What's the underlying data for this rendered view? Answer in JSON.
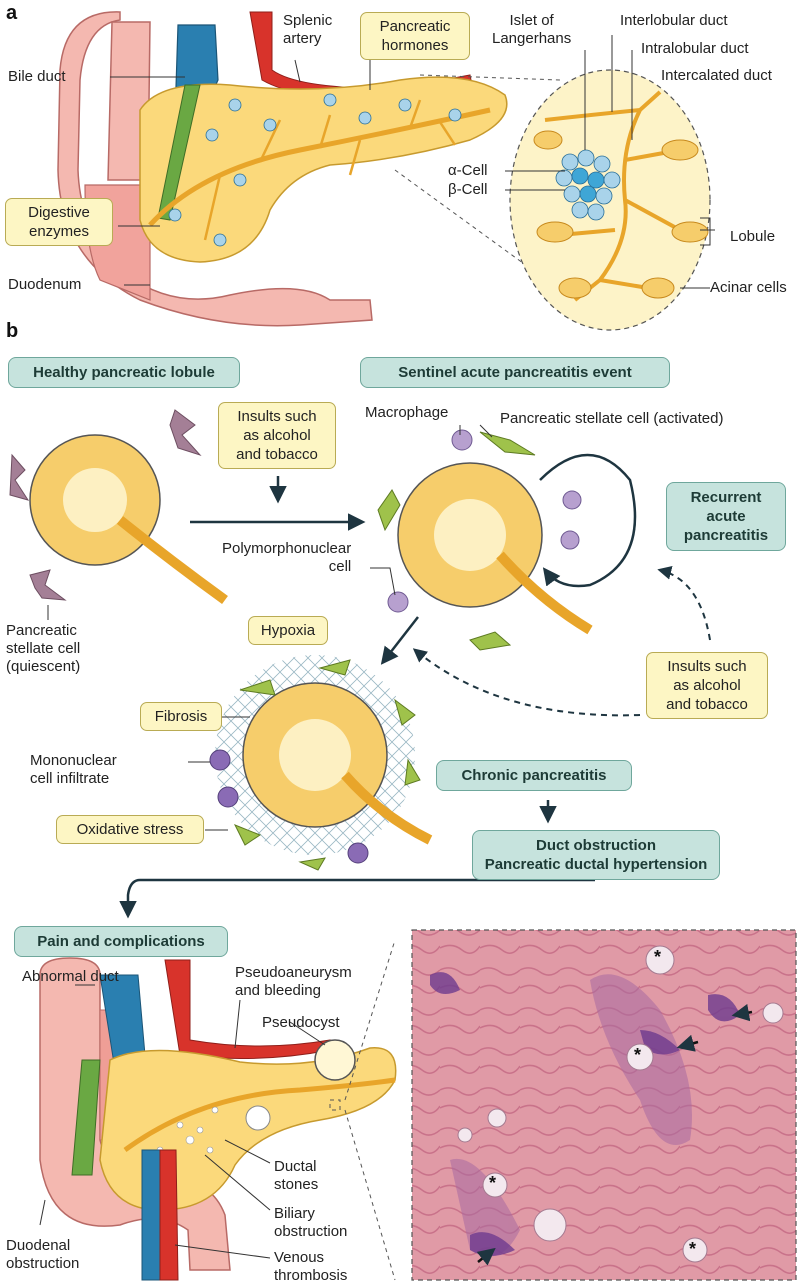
{
  "panels": {
    "a": "a",
    "b": "b"
  },
  "panel_a": {
    "bile_duct": "Bile duct",
    "splenic_artery": "Splenic\nartery",
    "pancreatic_hormones": "Pancreatic\nhormones",
    "digestive_enzymes": "Digestive\nenzymes",
    "duodenum": "Duodenum",
    "islet": "Islet of\nLangerhans",
    "interlobular": "Interlobular duct",
    "intralobular": "Intralobular duct",
    "intercalated": "Intercalated duct",
    "alpha": "α-Cell",
    "beta": "β-Cell",
    "lobule": "Lobule",
    "acinar": "Acinar cells"
  },
  "panel_b": {
    "healthy": "Healthy pancreatic lobule",
    "sentinel": "Sentinel acute pancreatitis event",
    "insults1": "Insults such\nas alcohol\nand tobacco",
    "macrophage": "Macrophage",
    "psc_activated": "Pancreatic stellate cell (activated)",
    "recurrent": "Recurrent\nacute\npancreatitis",
    "pmn": "Polymorphonuclear\ncell",
    "psc_quiescent": "Pancreatic\nstellate cell\n(quiescent)",
    "hypoxia": "Hypoxia",
    "insults2": "Insults such\nas alcohol\nand tobacco",
    "fibrosis": "Fibrosis",
    "mononuclear": "Mononuclear\ncell infiltrate",
    "oxidative": "Oxidative stress",
    "chronic": "Chronic pancreatitis",
    "duct_obstruction": "Duct obstruction\nPancreatic ductal hypertension",
    "pain": "Pain and complications",
    "abnormal_duct": "Abnormal duct",
    "pseudoaneurysm": "Pseudoaneurysm\nand bleeding",
    "pseudocyst": "Pseudocyst",
    "ductal_stones": "Ductal\nstones",
    "biliary": "Biliary\nobstruction",
    "venous": "Venous\nthrombosis",
    "duodenal": "Duodenal\nobstruction",
    "asterisk": "*"
  },
  "colors": {
    "pancreas": "#fbd97b",
    "duodenum": "#f4b8b0",
    "vein": "#2a7fb0",
    "artery": "#d8332b",
    "bile": "#6aa843",
    "duct": "#e8a52a",
    "teal": "#c6e3dd",
    "yellowbox": "#fdf6c4",
    "histo": "#d98a9a"
  }
}
